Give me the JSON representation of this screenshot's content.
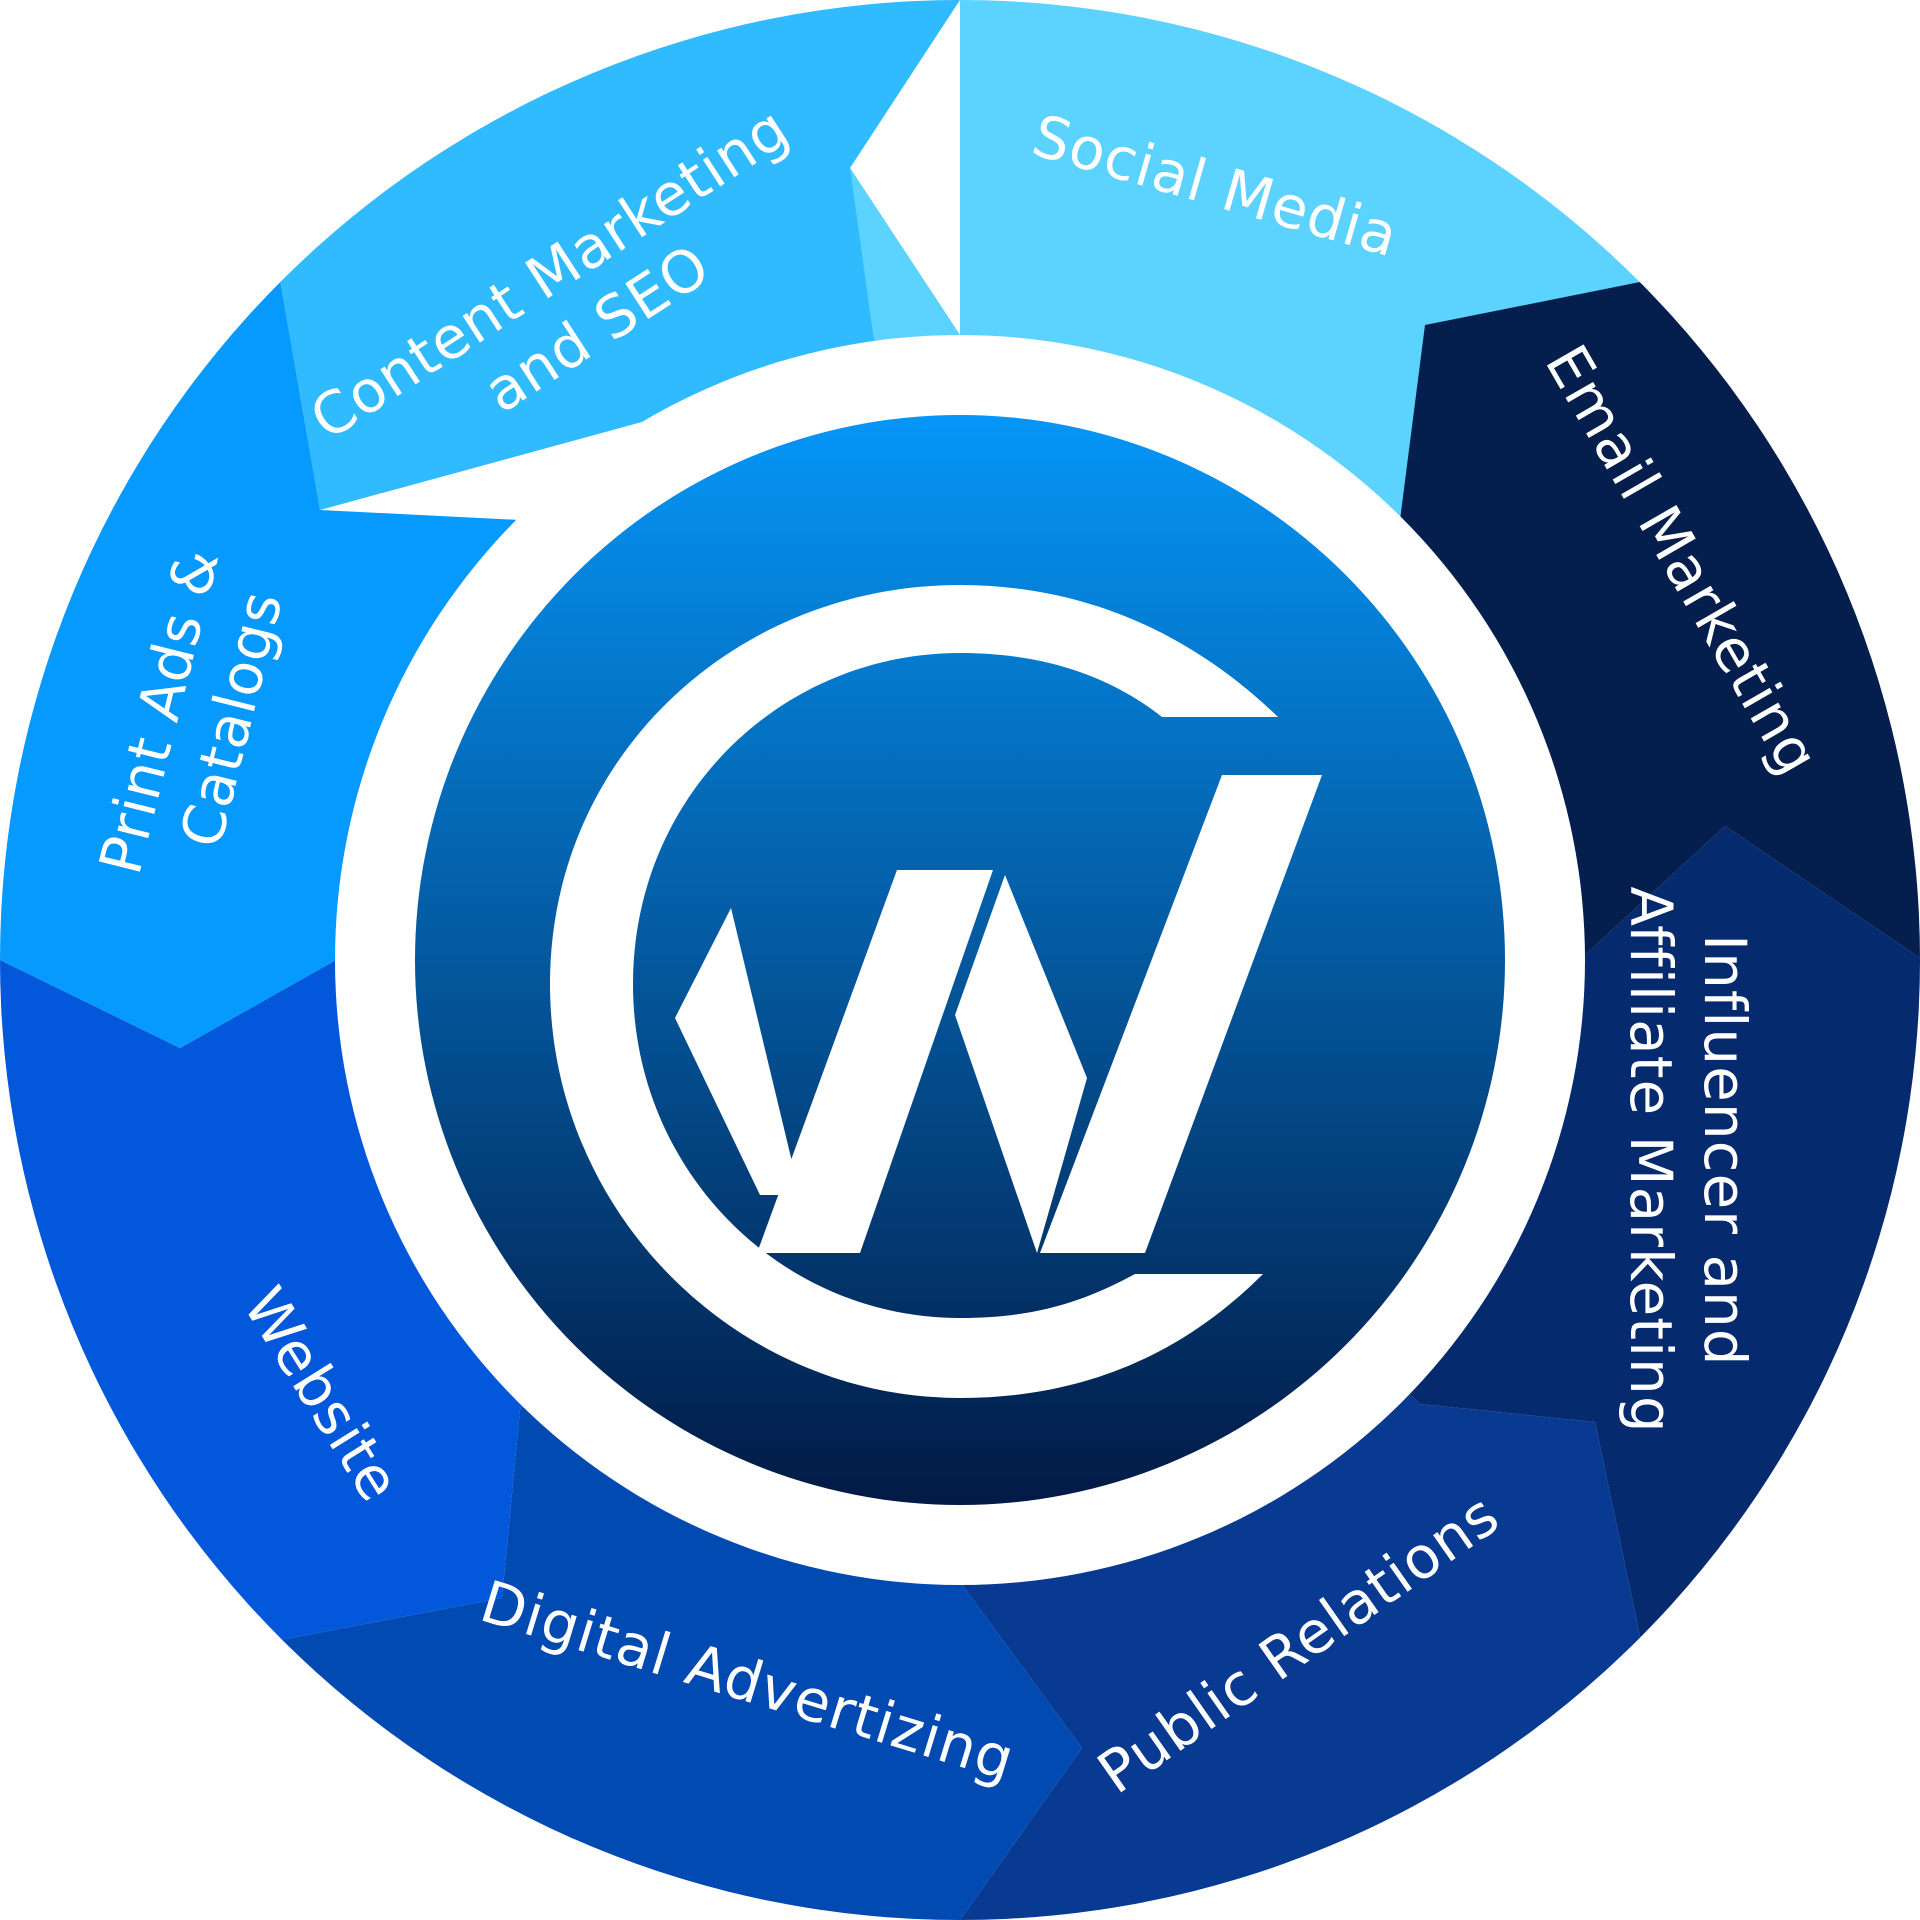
{
  "diagram": {
    "segments": [
      {
        "id": "social-media",
        "lines": [
          "Social Media"
        ],
        "color": "#5CD2FF"
      },
      {
        "id": "email-marketing",
        "lines": [
          "Email Marketing"
        ],
        "color": "#041E4D"
      },
      {
        "id": "influencer-affiliate",
        "lines": [
          "Influencer and",
          "Affiliate Marketing"
        ],
        "color": "#062A6E"
      },
      {
        "id": "public-relations",
        "lines": [
          "Public Relations"
        ],
        "color": "#083A92"
      },
      {
        "id": "digital-advertizing",
        "lines": [
          "Digital Advertizing"
        ],
        "color": "#014AB2"
      },
      {
        "id": "website",
        "lines": [
          "Website"
        ],
        "color": "#0357DB"
      },
      {
        "id": "print-ads",
        "lines": [
          "Print Ads &",
          "Catalogs"
        ],
        "color": "#0699FE"
      },
      {
        "id": "content-marketing",
        "lines": [
          "Content Marketing",
          "and SEO"
        ],
        "color": "#30BAFF"
      }
    ],
    "center_logo": {
      "gradient_top": "#0596F7",
      "gradient_bottom": "#021A45"
    }
  }
}
